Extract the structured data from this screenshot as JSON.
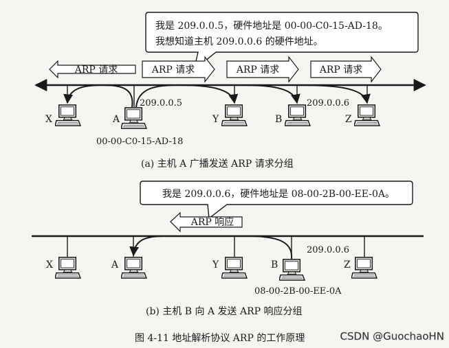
{
  "part_a": {
    "bubble_line1": "我是 209.0.0.5，硬件地址是 00-00-C0-15-AD-18。",
    "bubble_line2": "我想知道主机 209.0.0.6 的硬件地址。",
    "request_label": "ARP 请求",
    "hosts": [
      "X",
      "A",
      "Y",
      "B",
      "Z"
    ],
    "ip_a": "209.0.0.5",
    "ip_b": "209.0.0.6",
    "mac_a": "00-00-C0-15-AD-18",
    "caption": "(a) 主机 A 广播发送 ARP 请求分组"
  },
  "part_b": {
    "bubble_line1": "我是 209.0.0.6，硬件地址是 08-00-2B-00-EE-0A。",
    "reply_label": "ARP 响应",
    "hosts": [
      "X",
      "A",
      "Y",
      "B",
      "Z"
    ],
    "ip_b": "209.0.0.6",
    "mac_b": "08-00-2B-00-EE-0A",
    "caption": "(b) 主机 B 向 A 发送 ARP 响应分组"
  },
  "figure_caption": "图 4-11   地址解析协议 ARP 的工作原理",
  "watermark": "CSDN @GuochaoHN",
  "colors": {
    "ink": "#1a1a1a",
    "paper": "#f6f5f2",
    "shade": "#cfcdc8"
  }
}
